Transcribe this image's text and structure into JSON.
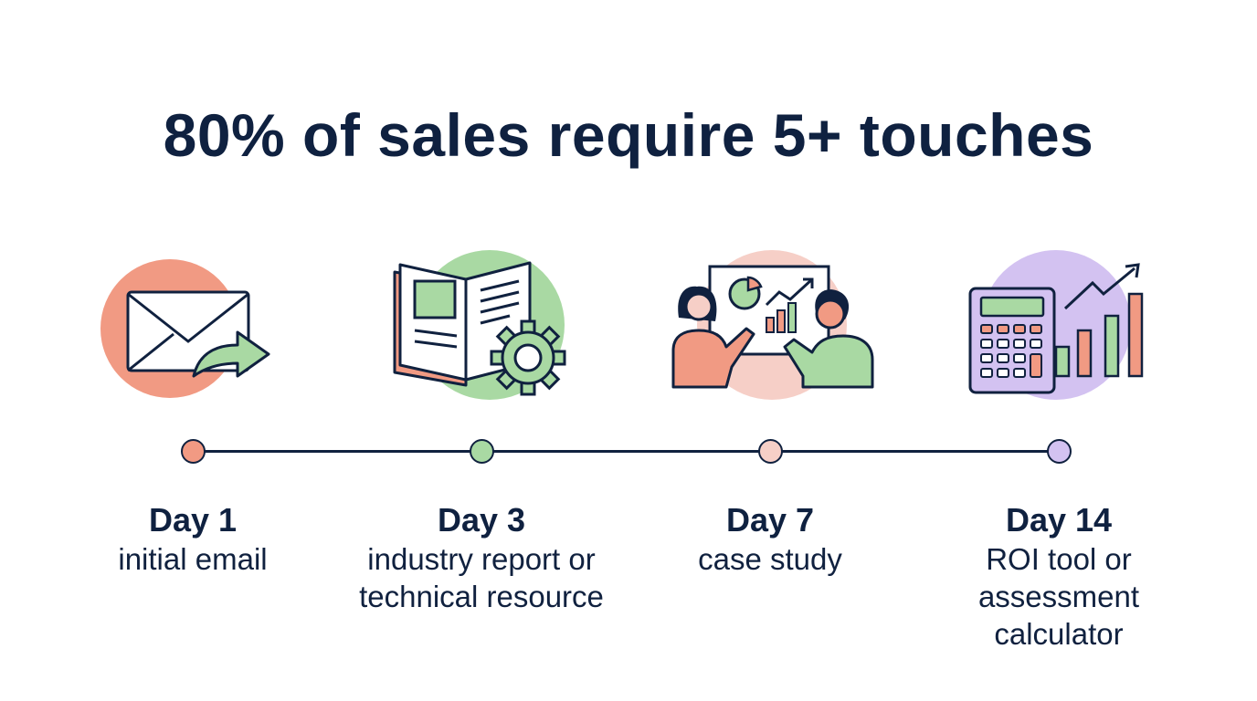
{
  "title": "80% of sales require 5+ touches",
  "colors": {
    "navy": "#10213f",
    "coral": "#f19a83",
    "green": "#a9d9a3",
    "pink": "#f6cfc7",
    "lavender": "#d3c2f1"
  },
  "steps": [
    {
      "day": "Day 1",
      "desc_lines": [
        "initial email"
      ],
      "icon": "email-forward-icon",
      "color": "#f19a83"
    },
    {
      "day": "Day 3",
      "desc_lines": [
        "industry report or",
        "technical resource"
      ],
      "icon": "report-gear-icon",
      "color": "#a9d9a3"
    },
    {
      "day": "Day 7",
      "desc_lines": [
        "case study"
      ],
      "icon": "presentation-people-icon",
      "color": "#f6cfc7"
    },
    {
      "day": "Day 14",
      "desc_lines": [
        "ROI tool or",
        "assessment",
        "calculator"
      ],
      "icon": "calculator-growth-icon",
      "color": "#d3c2f1"
    }
  ]
}
